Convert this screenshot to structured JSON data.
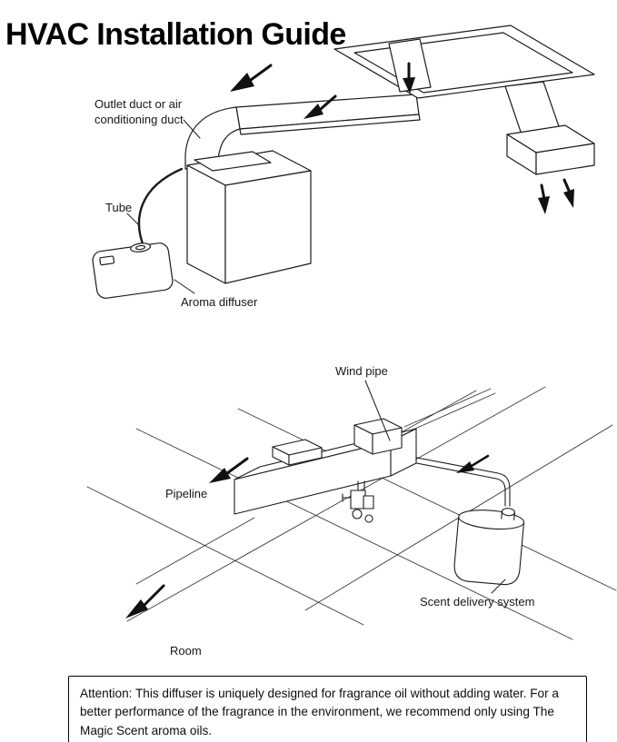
{
  "title": "HVAC Installation Guide",
  "colors": {
    "line": "#1c1c1c",
    "background": "#ffffff",
    "arrow": "#111111"
  },
  "top_diagram": {
    "labels": {
      "outlet_duct": "Outlet duct or air\nconditioning duct",
      "tube": "Tube",
      "aroma_diffuser": "Aroma diffuser"
    }
  },
  "bottom_diagram": {
    "labels": {
      "wind_pipe": "Wind pipe",
      "pipeline": "Pipeline",
      "scent_delivery_system": "Scent delivery system",
      "room": "Room"
    }
  },
  "attention": {
    "text": "Attention: This diffuser is uniquely designed for fragrance oil without adding water. For a better performance of the fragrance in the environment, we recommend only using The Magic Scent aroma oils."
  }
}
